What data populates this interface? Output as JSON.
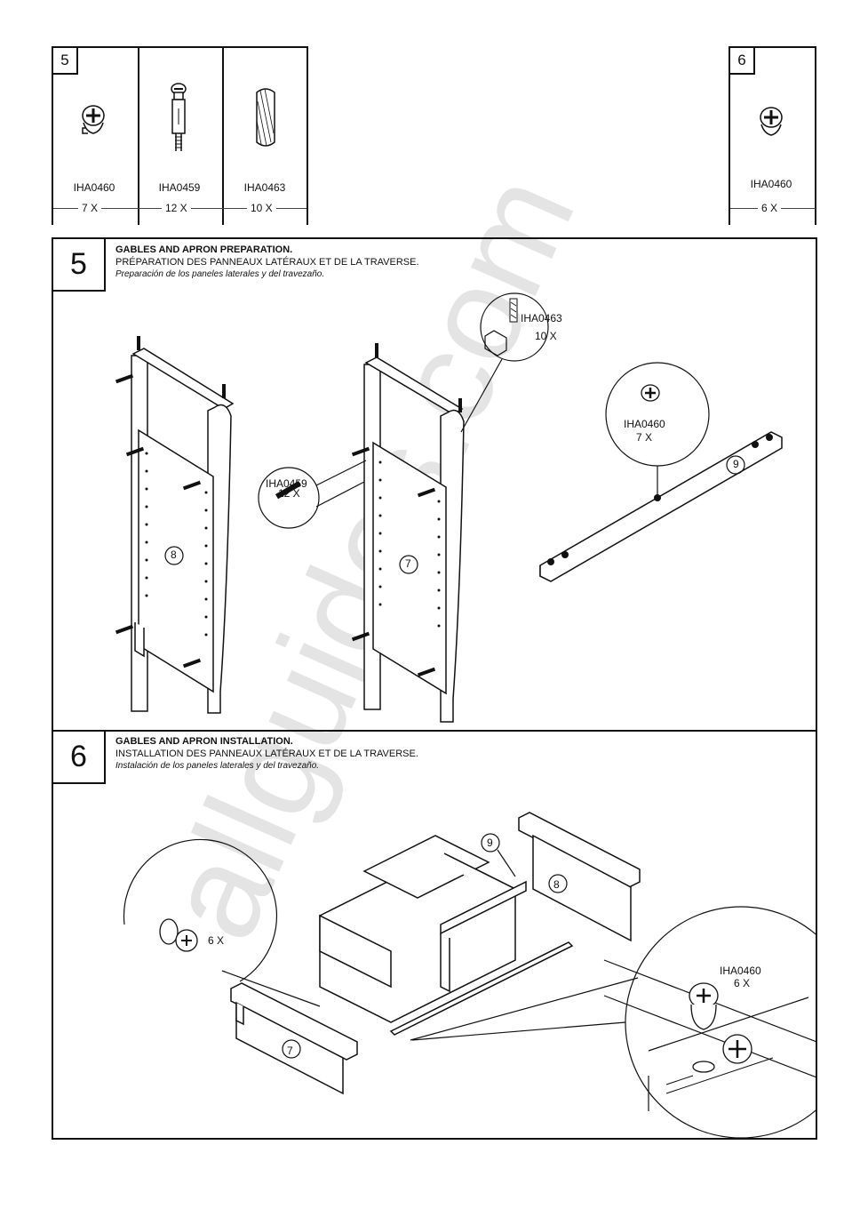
{
  "parts_left": {
    "step": "5",
    "items": [
      {
        "code": "IHA0460",
        "qty": "7 X",
        "icon": "cam-lock-icon"
      },
      {
        "code": "IHA0459",
        "qty": "12 X",
        "icon": "cam-bolt-icon"
      },
      {
        "code": "IHA0463",
        "qty": "10 X",
        "icon": "wood-dowel-icon"
      }
    ]
  },
  "parts_right": {
    "step": "6",
    "items": [
      {
        "code": "IHA0460",
        "qty": "6 X",
        "icon": "cam-lock-icon"
      }
    ]
  },
  "step5": {
    "number": "5",
    "title_en": "GABLES AND APRON PREPARATION.",
    "title_fr": "PRÉPARATION DES PANNEAUX LATÉRAUX ET DE LA TRAVERSE.",
    "title_es": "Preparación de los paneles laterales y del travezaño.",
    "callout_dowel_code": "IHA0463",
    "callout_dowel_qty": "10 X",
    "callout_bolt_code": "IHA0459",
    "callout_bolt_qty": "12 X",
    "callout_cam_code": "IHA0460",
    "callout_cam_qty": "7 X",
    "panel_left_label": "8",
    "panel_mid_label": "7",
    "apron_label": "9"
  },
  "step6": {
    "number": "6",
    "title_en": "GABLES AND APRON INSTALLATION.",
    "title_fr": "INSTALLATION DES PANNEAUX LATÉRAUX ET DE LA TRAVERSE.",
    "title_es": "Instalación de los paneles laterales y del travezaño.",
    "detail_left_qty": "6 X",
    "detail_right_code": "IHA0460",
    "detail_right_qty": "6 X",
    "apron_label": "9",
    "gable_back_label": "8",
    "gable_front_label": "7"
  },
  "watermark": "allguides.com"
}
